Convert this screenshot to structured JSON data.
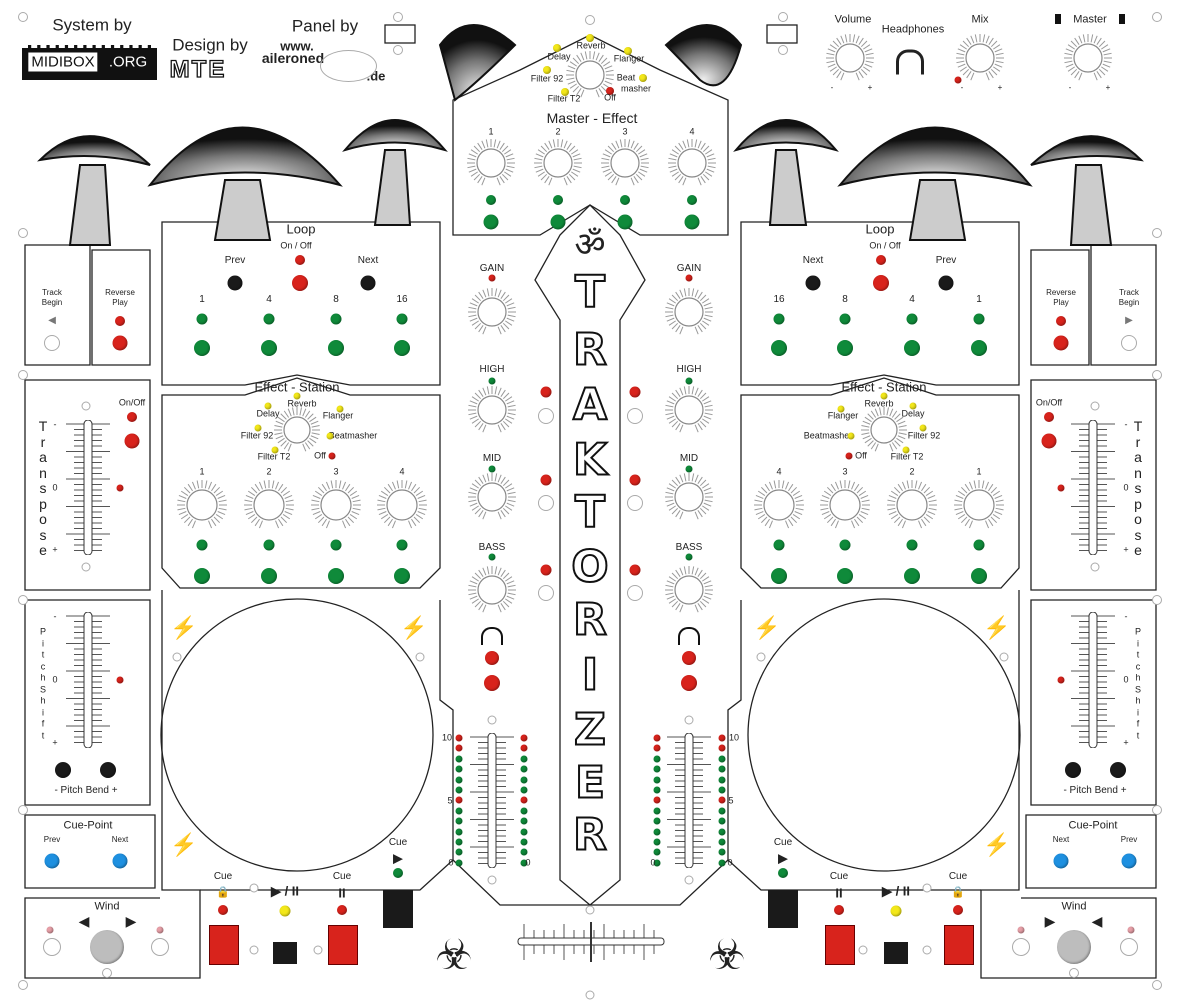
{
  "credits": {
    "system_by": "System by",
    "midibox": "MIDIBOX",
    "midibox_org": ".ORG",
    "design_by": "Design by",
    "mte": "MTE",
    "panel_by": "Panel by",
    "www": "www.",
    "aileroned": "aileroned",
    "de": ".de"
  },
  "master_effect": {
    "title": "Master - Effect",
    "modes": {
      "reverb": "Reverb",
      "delay": "Delay",
      "flanger": "Flanger",
      "filter92": "Filter 92",
      "beat": "Beat",
      "masher": "masher",
      "filtert2": "Filter T2",
      "off": "Off"
    },
    "channels": [
      "1",
      "2",
      "3",
      "4"
    ]
  },
  "master_section": {
    "volume": "Volume",
    "headphones": "Headphones",
    "mix": "Mix",
    "master": "Master",
    "minus": "-",
    "plus": "+"
  },
  "deck": {
    "loop": {
      "title": "Loop",
      "on_off": "On / Off",
      "prev": "Prev",
      "next": "Next",
      "sizes": [
        "1",
        "4",
        "8",
        "16"
      ]
    },
    "track_begin": [
      "Track",
      "Begin"
    ],
    "reverse_play": [
      "Reverse",
      "Play"
    ],
    "effect_station": {
      "title": "Effect - Station",
      "modes": {
        "reverb": "Reverb",
        "delay": "Delay",
        "flanger": "Flanger",
        "filter92": "Filter 92",
        "beatmasher": "Beatmasher",
        "filtert2": "Filter T2",
        "off": "Off"
      },
      "channels": [
        "1",
        "2",
        "3",
        "4"
      ]
    },
    "transpose": {
      "on_off": "On/Off",
      "letters": [
        "T",
        "r",
        "a",
        "n",
        "s",
        "p",
        "o",
        "s",
        "e"
      ],
      "zero": "0",
      "minus": "-",
      "plus": "+"
    },
    "pitch_shift": {
      "letters": [
        "P",
        "i",
        "t",
        "c",
        "h",
        "S",
        "h",
        "i",
        "f",
        "t"
      ],
      "zero": "0",
      "minus": "-",
      "plus": "+"
    },
    "pitch_bend": "-  Pitch Bend  +",
    "cue_point": {
      "title": "Cue-Point",
      "prev": "Prev",
      "next": "Next"
    },
    "wind": "Wind",
    "transport": {
      "cue": "Cue",
      "play_pause": "▶ / II",
      "pause": "II",
      "play": "▶",
      "lock": "🔒"
    }
  },
  "mixer": {
    "eq": [
      "GAIN",
      "HIGH",
      "MID",
      "BASS"
    ],
    "vu": {
      "top": "10",
      "mid": "5",
      "bottom": "0"
    }
  },
  "logo": {
    "om": "ॐ",
    "letters": [
      "T",
      "R",
      "A",
      "K",
      "T",
      "O",
      "R",
      "I",
      "Z",
      "E",
      "R"
    ]
  },
  "colors": {
    "red": "#d8231c",
    "green": "#0f8a3a",
    "yellow": "#f3e81a",
    "blue": "#1e90e0",
    "black": "#1a1a1a",
    "gray": "#bdbdbd",
    "pink": "#e8a0a8"
  }
}
